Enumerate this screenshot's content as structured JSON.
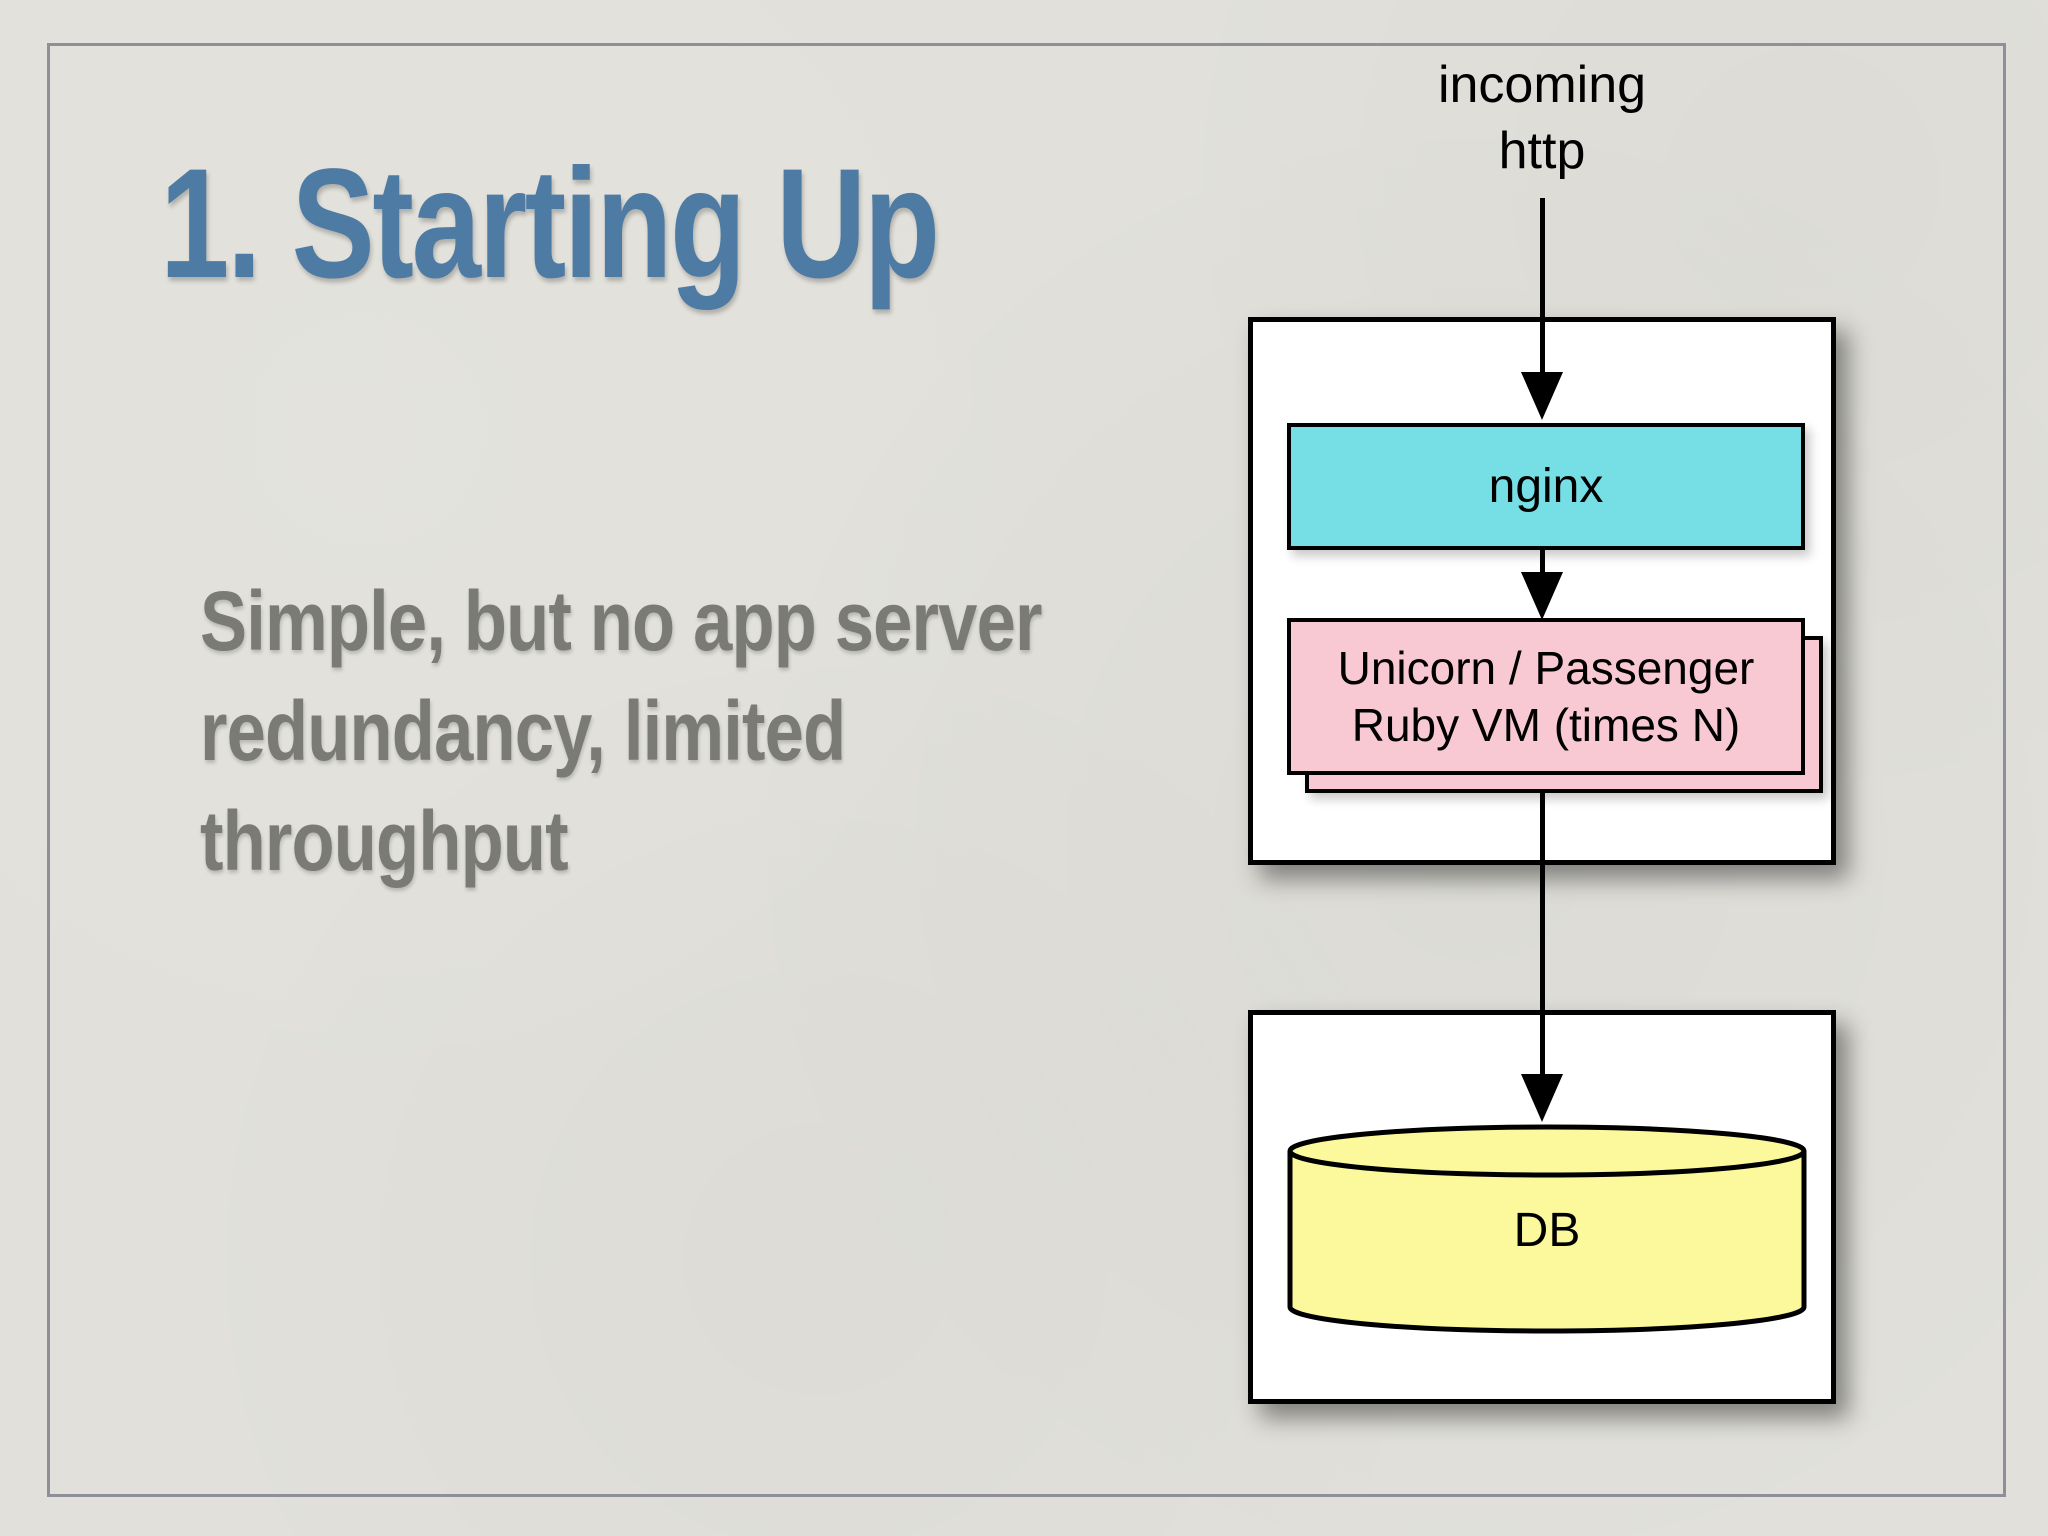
{
  "slide": {
    "title": "1. Starting Up",
    "body_lines": [
      "Simple, but no app server",
      "redundancy, limited",
      "throughput"
    ]
  },
  "diagram": {
    "incoming_lines": [
      "incoming",
      "http"
    ],
    "nginx_label": "nginx",
    "app_server_lines": [
      "Unicorn / Passenger",
      "Ruby VM (times N)"
    ],
    "db_label": "DB"
  },
  "colors": {
    "background": "#e1e0da",
    "frame-border": "#8f8f98",
    "title-blue": "#4e7ba3",
    "body-gray": "#7b7b76",
    "box-border": "#000000",
    "container-fill": "#ffffff",
    "nginx-fill": "#76dfe5",
    "app-fill": "#f9c9d3",
    "db-fill": "#fbf99c",
    "arrow": "#000000"
  }
}
